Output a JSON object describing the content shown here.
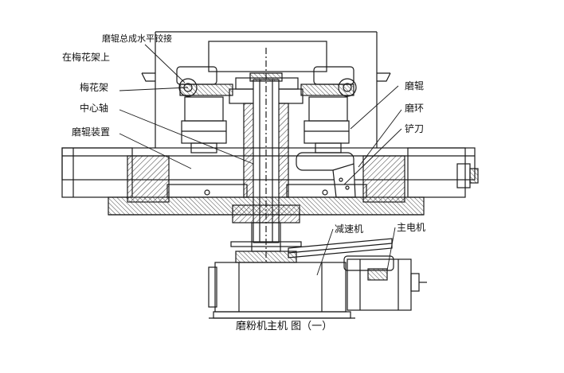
{
  "labels": {
    "left": [
      "磨辊总成水平铰接",
      "在梅花架上",
      "梅花架",
      "中心轴",
      "磨辊装置"
    ],
    "right": [
      "磨辊",
      "磨环",
      "铲刀"
    ],
    "bottom": [
      "减速机",
      "主电机"
    ]
  },
  "caption": "磨粉机主机  图（一）",
  "colors": {
    "line": "#1a1a1a",
    "hatch": "#333333",
    "shade": "#dcdcdc",
    "background": "#ffffff"
  }
}
